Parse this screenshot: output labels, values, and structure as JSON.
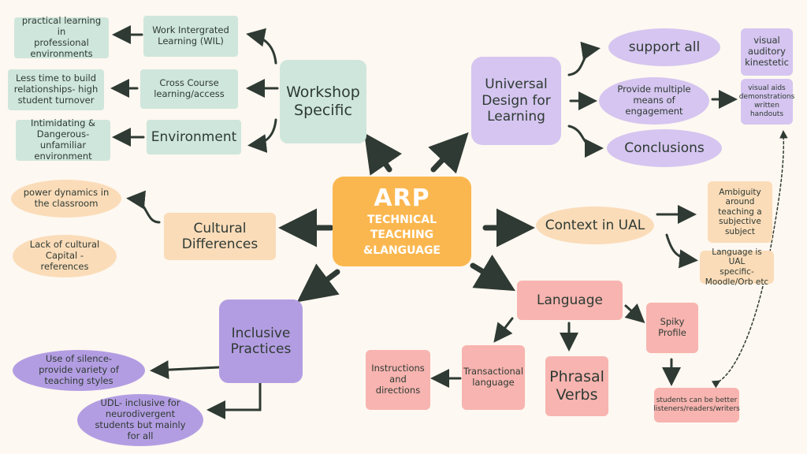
{
  "center": {
    "title": "ARP",
    "subtitle": "TECHNICAL TEACHING\n&LANGUAGE"
  },
  "workshop": {
    "title": "Workshop\nSpecific",
    "wil": "Work Intergrated\nLearning (WIL)",
    "wil_detail": "practical learning in\nprofessional\nenvironments",
    "cross_course": "Cross Course\nlearning/access",
    "cross_detail": "Less time to build\nrelationships- high\nstudent turnover",
    "environment": "Environment",
    "env_detail": "Intimidating &\nDangerous- unfamiliar\nenvironment"
  },
  "udl": {
    "title": "Universal\nDesign for\nLearning",
    "support_all": "support all",
    "engagement": "Provide multiple\nmeans of\nengagement",
    "conclusions": "Conclusions",
    "vak": "visual\nauditory\nkinestetic",
    "visual_aids": "visual aids\ndemonstrations\nwritten\nhandouts"
  },
  "cultural": {
    "title": "Cultural\nDifferences",
    "power": "power dynamics in\nthe classroom",
    "capital": "Lack of cultural\nCapital -\nreferences"
  },
  "context": {
    "title": "Context in UAL",
    "ambiguity": "Ambiguity\naround\nteaching a\nsubjective\nsubject",
    "language_ual": "Language is UAL\nspecific-\nMoodle/Orb etc"
  },
  "inclusive": {
    "title": "Inclusive\nPractices",
    "silence": "Use of silence-\nprovide variety of\nteaching styles",
    "udl_note": "UDL- inclusive for\nneurodivergent\nstudents but mainly\nfor all"
  },
  "language": {
    "title": "Language",
    "spiky": "Spiky\nProfile",
    "phrasal": "Phrasal\nVerbs",
    "transactional": "Transactional\nlanguage",
    "instructions": "Instructions\nand directions",
    "listeners": "students can be better\nlisteners/readers/writers"
  }
}
